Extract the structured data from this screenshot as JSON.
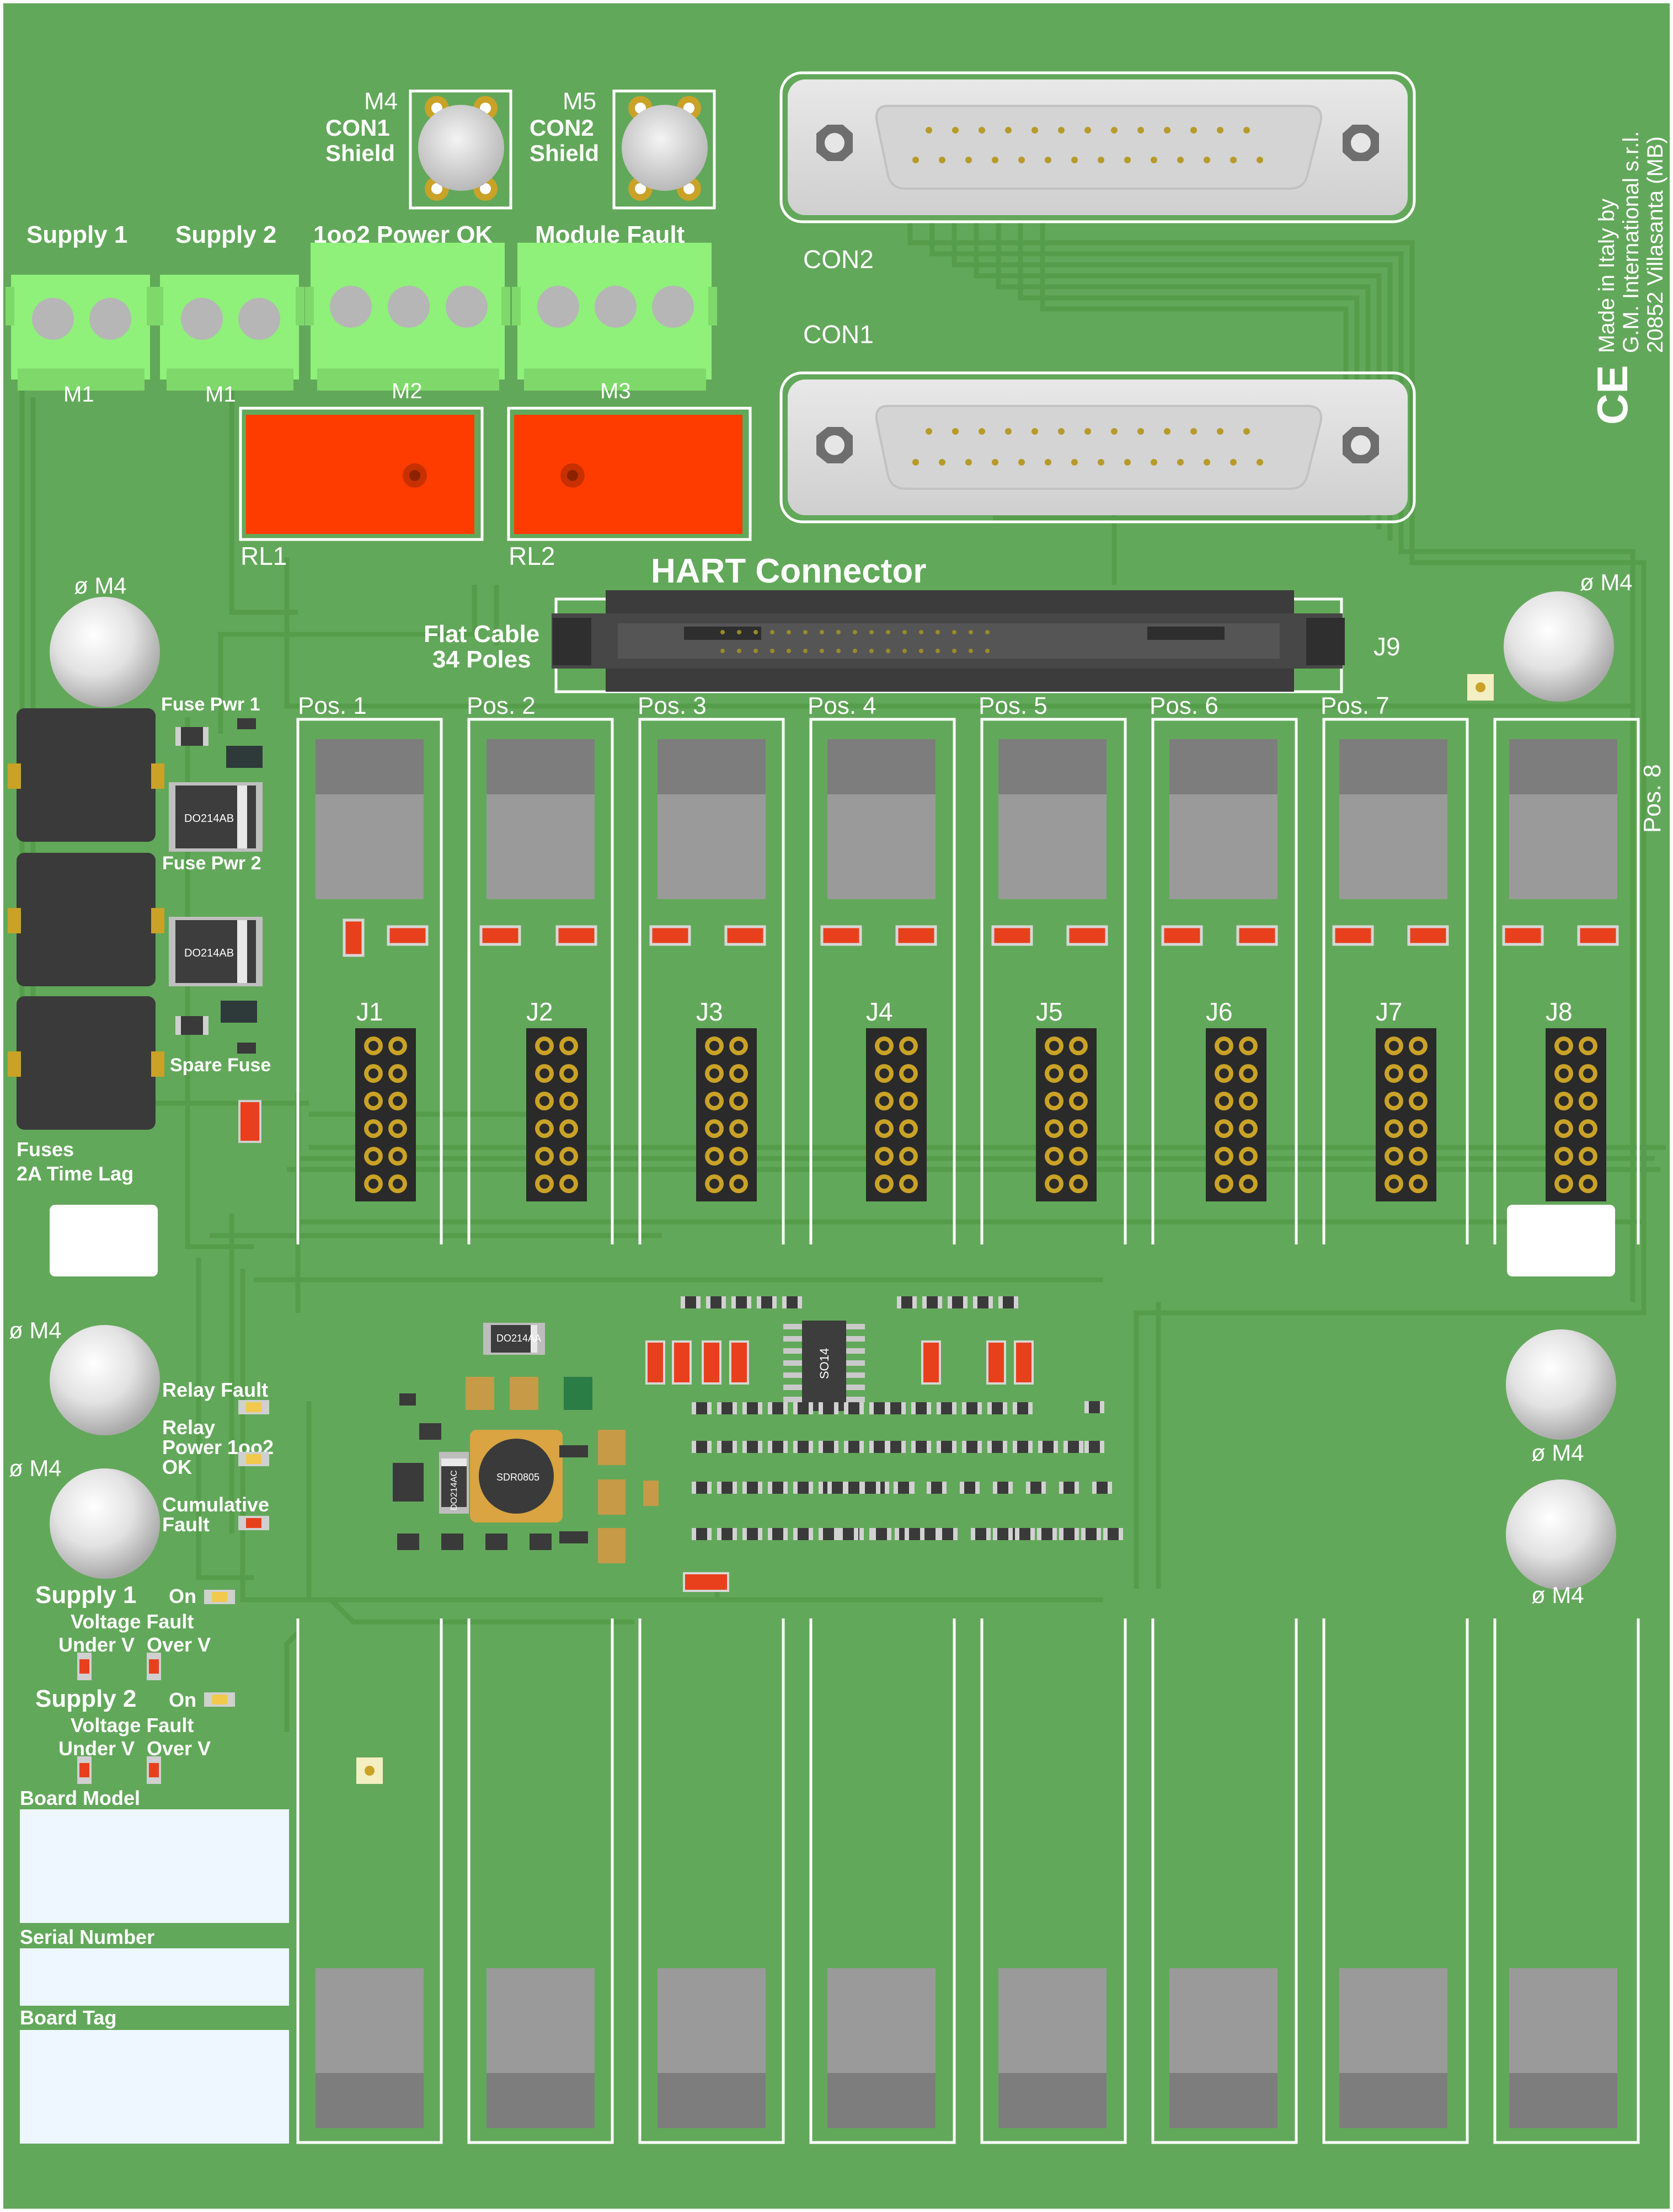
{
  "colors": {
    "board": "#62a85a",
    "trace": "#4f9345",
    "terminal": "#8ff07a",
    "relay": "#ff3c00",
    "silkscreen": "#ffffff",
    "smd_red": "#e8401c",
    "component_gray": "#9a9a9a",
    "pin_gold": "#c9a227"
  },
  "top_connectors": {
    "supply1": {
      "label": "Supply 1",
      "ref": "M1"
    },
    "supply2": {
      "label": "Supply 2",
      "ref": "M1"
    },
    "power_ok": {
      "label": "1oo2 Power OK",
      "ref": "M2"
    },
    "module_fault": {
      "label": "Module Fault",
      "ref": "M3"
    }
  },
  "shields": {
    "m4": {
      "ref": "M4",
      "line1": "CON1",
      "line2": "Shield"
    },
    "m5": {
      "ref": "M5",
      "line1": "CON2",
      "line2": "Shield"
    }
  },
  "dsub": {
    "con1": "CON1",
    "con2": "CON2"
  },
  "relays": {
    "rl1": "RL1",
    "rl2": "RL2"
  },
  "manufacturer": {
    "line1": "Made in Italy by",
    "line2": "G.M. International s.r.l.",
    "line3": "20852 Villasanta (MB)",
    "ce": "CE"
  },
  "hart": {
    "title": "HART Connector",
    "cable_line1": "Flat Cable",
    "cable_line2": "34 Poles",
    "ref": "J9"
  },
  "mounting_hole_label": "ø M4",
  "fuses": {
    "fuse_pwr1": "Fuse Pwr 1",
    "fuse_pwr2": "Fuse Pwr 2",
    "spare": "Spare Fuse",
    "line1": "Fuses",
    "line2": "2A Time Lag",
    "diode": "DO214AB"
  },
  "positions": [
    "Pos. 1",
    "Pos. 2",
    "Pos. 3",
    "Pos. 4",
    "Pos. 5",
    "Pos. 6",
    "Pos. 7",
    "Pos. 8"
  ],
  "headers": [
    "J1",
    "J2",
    "J3",
    "J4",
    "J5",
    "J6",
    "J7",
    "J8"
  ],
  "leds": {
    "relay_fault": "Relay Fault",
    "relay_line1": "Relay",
    "relay_line2": "Power 1oo2",
    "relay_line3": "OK",
    "cumulative_line1": "Cumulative",
    "cumulative_line2": "Fault",
    "on": "On",
    "voltage_fault": "Voltage Fault",
    "under_v": "Under V",
    "over_v": "Over V"
  },
  "supply_status": {
    "supply1": "Supply 1",
    "supply2": "Supply 2"
  },
  "ic_labels": {
    "soic": "SO14",
    "inductor": "SDR0805",
    "diode": "DO214AA",
    "diode2": "DO214AC"
  },
  "board_fields": {
    "model": "Board Model",
    "serial": "Serial Number",
    "tag": "Board Tag"
  }
}
